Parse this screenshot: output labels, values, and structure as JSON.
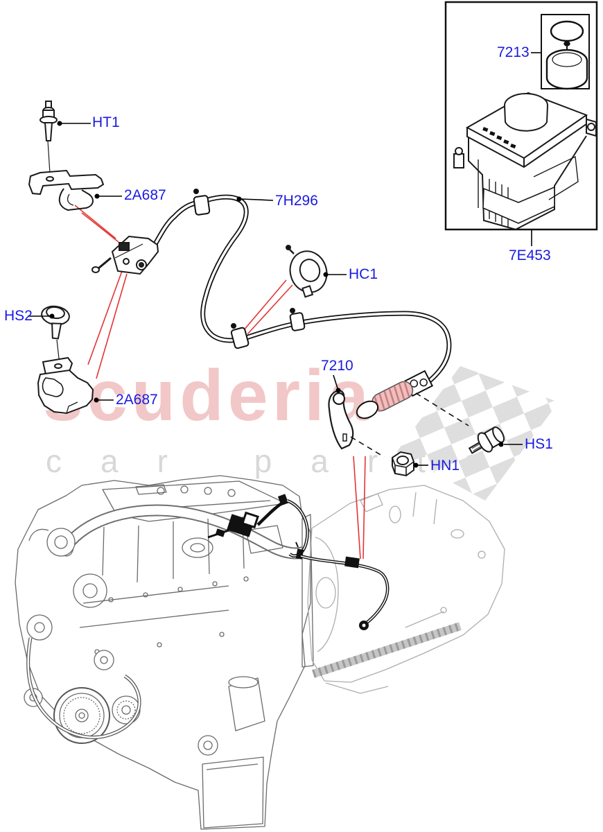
{
  "watermark": {
    "brand": "scuderia",
    "subtitle": "car parts",
    "brand_color": "#f2c7c7",
    "subtitle_color": "#d8d8d8",
    "checker_color": "#dedede"
  },
  "callouts": {
    "glow_sensor": "HT1",
    "upper_bracket": "2A687",
    "selector_cable": "7H296",
    "cable_clip": "HC1",
    "bracket_bolt": "HS2",
    "lower_bracket": "2A687",
    "shift_lever": "7210",
    "lever_bolt": "HS1",
    "lever_nut": "HN1",
    "knob_kit": "7213",
    "shift_module": "7E453"
  },
  "colors": {
    "callout_text": "#1a1ae0",
    "leader_line": "#000000",
    "locator_line": "#e43333",
    "part_line": "#1a1a1a",
    "engine_line": "#5f5f5f",
    "transmission_line": "#a8a8a8",
    "spring_fill": "#f3bdbd"
  }
}
